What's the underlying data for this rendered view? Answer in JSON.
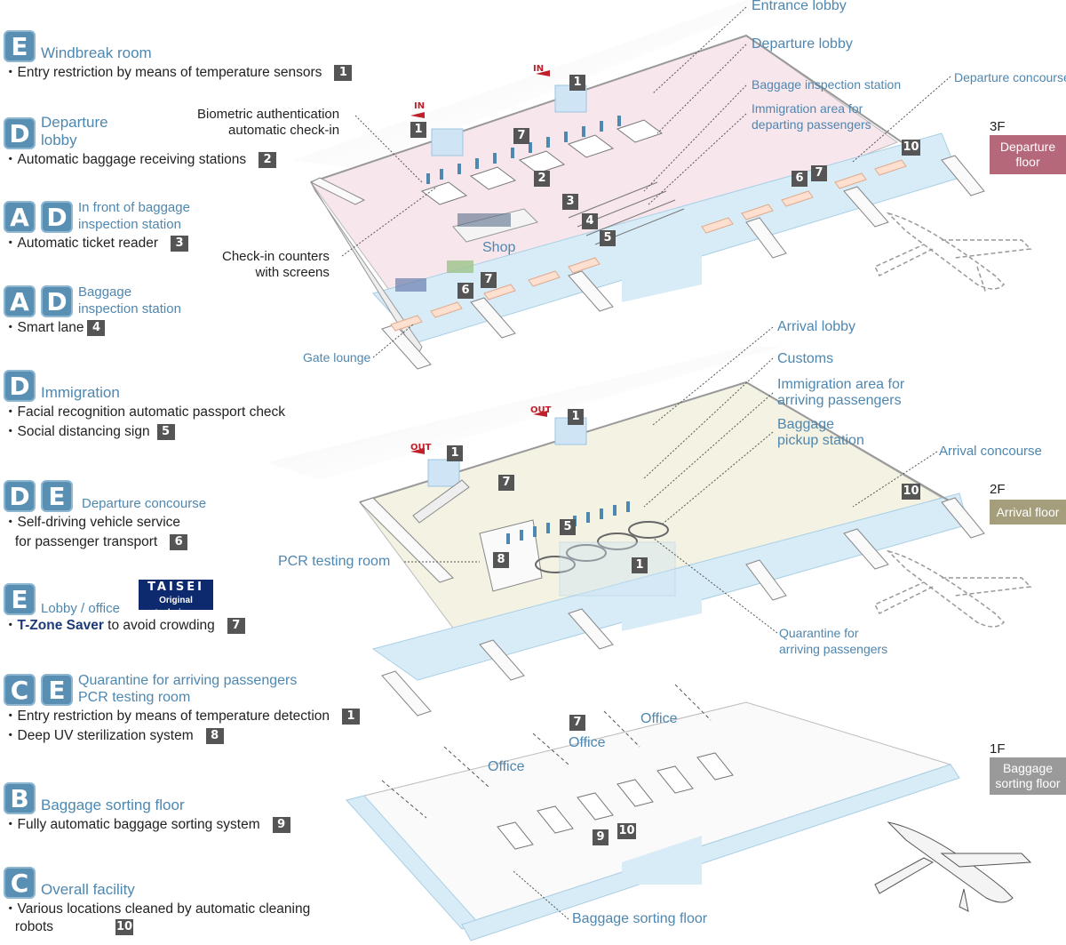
{
  "legend": [
    {
      "badges": [
        "E"
      ],
      "title": "Windbreak room",
      "items": [
        {
          "text": "Entry restriction by means of temperature sensors",
          "num": "1"
        }
      ]
    },
    {
      "badges": [
        "D"
      ],
      "title": "Departure\nlobby",
      "items": [
        {
          "text": "Automatic baggage receiving stations",
          "num": "2"
        }
      ]
    },
    {
      "badges": [
        "A",
        "D"
      ],
      "title": "In front of baggage\ninspection station",
      "items": [
        {
          "text": "Automatic ticket reader",
          "num": "3"
        }
      ]
    },
    {
      "badges": [
        "A",
        "D"
      ],
      "title": "Baggage\ninspection station",
      "items": [
        {
          "text": "Smart lane",
          "num": "4"
        }
      ]
    },
    {
      "badges": [
        "D"
      ],
      "title": "Immigration",
      "items": [
        {
          "text": "Facial recognition automatic passport check",
          "num": ""
        },
        {
          "text": "Social distancing sign",
          "num": "5"
        }
      ]
    },
    {
      "badges": [
        "D",
        "E"
      ],
      "title": "Departure concourse",
      "items": [
        {
          "text": "Self-driving vehicle service",
          "num": ""
        },
        {
          "text": "for passenger transport",
          "num": "6"
        }
      ]
    },
    {
      "badges": [
        "E"
      ],
      "title": "Lobby / office",
      "taisei": {
        "line1": "TAISEI",
        "line2": "Original technique"
      },
      "items": [
        {
          "text": "T-Zone Saver",
          "suffix": " to avoid crowding",
          "num": "7"
        }
      ]
    },
    {
      "badges": [
        "C",
        "E"
      ],
      "title": "Quarantine for arriving passengers\nPCR testing room",
      "items": [
        {
          "text": "Entry restriction by means of temperature detection",
          "num": "1"
        },
        {
          "text": "Deep UV sterilization system",
          "num": "8"
        }
      ]
    },
    {
      "badges": [
        "B"
      ],
      "title": "Baggage sorting floor",
      "items": [
        {
          "text": "Fully automatic baggage sorting system",
          "num": "9"
        }
      ]
    },
    {
      "badges": [
        "C"
      ],
      "title": "Overall facility",
      "items": [
        {
          "text": "Various locations cleaned by automatic cleaning",
          "num": ""
        },
        {
          "text": "robots",
          "num": "10"
        }
      ]
    }
  ],
  "floors": {
    "f3": {
      "level": "3F",
      "name": "Departure\nfloor",
      "color": "#b5687a"
    },
    "f2": {
      "level": "2F",
      "name": "Arrival floor",
      "color": "#a59e7c"
    },
    "f1": {
      "level": "1F",
      "name": "Baggage\nsorting floor",
      "color": "#9a9a9a"
    }
  },
  "callouts3f": {
    "entrance_lobby": "Entrance lobby",
    "departure_lobby": "Departure lobby",
    "baggage_inspection": "Baggage inspection station",
    "immigration_departing": "Immigration area for\ndeparting passengers",
    "departure_concourse": "Departure concourse",
    "biometric": "Biometric authentication\nautomatic check-in",
    "checkin_counters": "Check-in counters\nwith screens",
    "gate_lounge": "Gate lounge",
    "shop": "Shop",
    "in": "IN"
  },
  "callouts2f": {
    "arrival_lobby": "Arrival lobby",
    "customs": "Customs",
    "immigration_arriving": "Immigration area for\narriving passengers",
    "baggage_pickup": "Baggage\npickup station",
    "arrival_concourse": "Arrival concourse",
    "pcr": "PCR testing room",
    "quarantine": "Quarantine for\narriving passengers",
    "out": "OUT"
  },
  "callouts1f": {
    "office": "Office",
    "baggage_sorting": "Baggage sorting floor"
  },
  "colors": {
    "accent": "#4e87b0",
    "badge": "#5a8fb4",
    "marker": "#555555",
    "floor3": "#f7e6ec",
    "floor2": "#f3f2e3",
    "concourse": "#d8ecf7"
  }
}
